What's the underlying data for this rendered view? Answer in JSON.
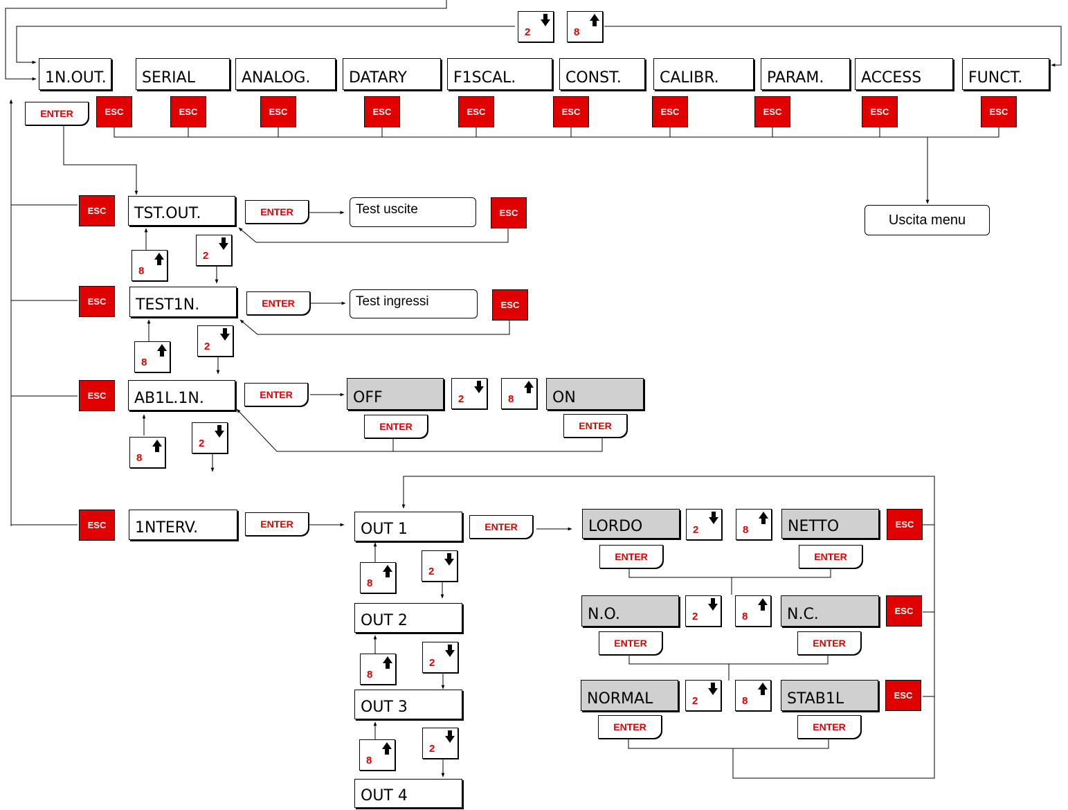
{
  "keys": {
    "esc": "ESC",
    "enter": "ENTER",
    "down": "2",
    "up": "8"
  },
  "icons": {
    "down": "down-arrow-icon",
    "up": "up-arrow-icon"
  },
  "colors": {
    "esc_fill": "#e00000",
    "key_number": "#e00000",
    "option_fill": "#d0d0d0"
  },
  "top_menu": [
    "1N.OUT.",
    "SERIAL",
    "ANALOG.",
    "DATARY",
    "F1SCAL.",
    "CONST.",
    "CALIBR.",
    "PARAM.",
    "ACCESS",
    "FUNCT."
  ],
  "exit_label": "Uscita menu",
  "submenu": {
    "tst_out": "TST.OUT.",
    "test_outputs": "Test uscite",
    "test_in": "TEST1N.",
    "test_inputs": "Test ingressi",
    "enable_in": "AB1L.1N.",
    "off": "OFF",
    "on": "ON",
    "interv": "1NTERV."
  },
  "outputs": [
    "OUT  1",
    "OUT  2",
    "OUT  3",
    "OUT  4"
  ],
  "options": [
    {
      "a": "LORDO",
      "b": "NETTO"
    },
    {
      "a": "N.O.",
      "b": "N.C."
    },
    {
      "a": "NORMAL",
      "b": "STAB1L"
    }
  ]
}
